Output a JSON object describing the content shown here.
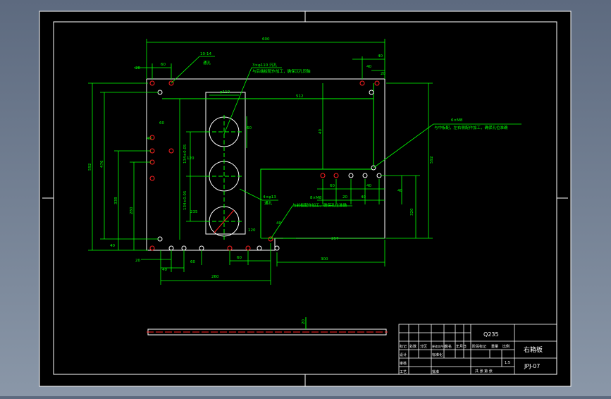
{
  "colors": {
    "background_gradient_top": "#5d6a7f",
    "background_gradient_bottom": "#8a97a8",
    "sheet": "#000000",
    "frame": "#ffffff",
    "dimension": "#00ff00",
    "outline": "#ffffff",
    "hole": "#ff2020"
  },
  "dimensions": {
    "overall_width": "600",
    "top_40": "40",
    "hole_callout_top": "10-14",
    "hole_callout_top_note": "通孔",
    "big_hole_label": "3×φ110 沉孔",
    "big_hole_note": "与后端板配作加工，确保沉孔同轴",
    "dia_110": "φ110",
    "span_512": "512",
    "small_holes_label": "6×M8",
    "small_holes_note": "与中板配，左右侧配作加工，确保孔位准确",
    "thread_holes_label": "8×M8",
    "thread_holes_note": "与前板配作加工，确保孔位准确",
    "drill_label": "4×φ13",
    "drill_note": "通孔",
    "left_overall": "592",
    "left_inner": "476",
    "left_a": "338",
    "left_b": "280",
    "right_overall": "592",
    "right_lower": "320",
    "dim_235": "235",
    "dim_257": "257",
    "dim_260": "260",
    "dim_300": "300",
    "dim_120": "120",
    "dim_60": "60",
    "dim_40": "40",
    "dim_20": "20",
    "vertical_a": "134±0.05",
    "vertical_b": "134±0.05",
    "side_width": "20"
  },
  "title_block": {
    "material": "Q235",
    "part_name": "右箱板",
    "drawing_number": "JPJ-07",
    "scale": "1:5",
    "rows": [
      "标记",
      "处数",
      "分区",
      "更改文件号",
      "签名",
      "年月日"
    ],
    "designer_label": "设计",
    "standard_label": "标准化",
    "review_label": "审核",
    "process_label": "工艺",
    "approve_label": "批准",
    "stage_label": "阶段标记",
    "weight_label": "重量",
    "scale_label": "比例",
    "sheet_label": "共 张 第 张"
  }
}
